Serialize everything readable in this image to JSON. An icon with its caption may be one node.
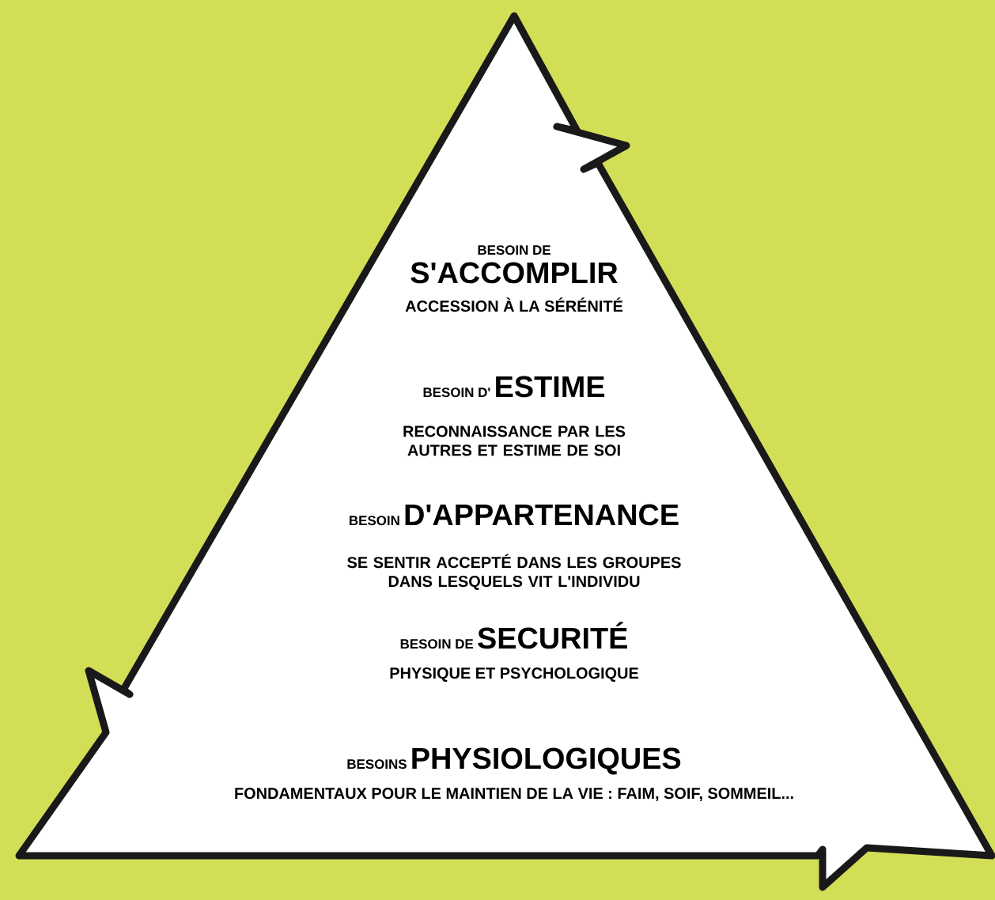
{
  "diagram": {
    "nodes": [
      {
        "text": [
          "BESOIN DE",
          "S'ACCOMPLIR",
          "ACCESSION À LA SÉRÉNITÉ",
          "BESOIN D'",
          "ESTIME",
          "RECONNAISSANCE PAR LES AUTRES ET ESTIME DE SOI",
          "BESOIN",
          "D'APPARTENANCE",
          "SE SENTIR ACCEPTÉ DANS LES GROUPES DANS LESQUELS VIT L'INDIVIDU",
          "BESOIN DE",
          "SECURITÉ",
          "PHYSIQUE ET PSYCHOLOGIQUE",
          "BESOINS",
          "PHYSIOLOGIQUES",
          "FONDAMENTAUX POUR LE MAINTIEN DE LA VIE : FAIM, SOIF, SOMMEIL..."
        ]
      }
    ]
  }
}
